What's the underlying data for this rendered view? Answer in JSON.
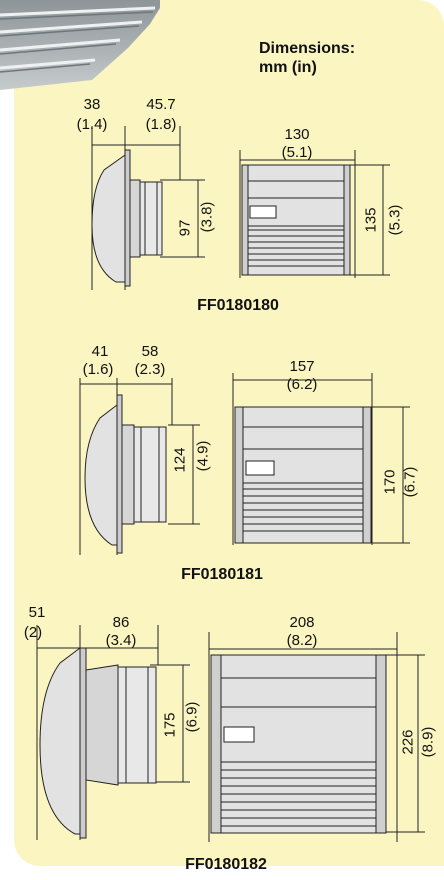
{
  "header": {
    "title_line1": "Dimensions:",
    "title_line2": "mm (in)"
  },
  "models": [
    {
      "name": "FF0180180",
      "side_depth": "38",
      "side_depth_in": "(1.4)",
      "side_width": "45.7",
      "side_width_in": "(1.8)",
      "side_height": "97",
      "side_height_in": "(3.8)",
      "front_width": "130",
      "front_width_in": "(5.1)",
      "front_height": "135",
      "front_height_in": "(5.3)"
    },
    {
      "name": "FF0180181",
      "side_depth": "41",
      "side_depth_in": "(1.6)",
      "side_width": "58",
      "side_width_in": "(2.3)",
      "side_height": "124",
      "side_height_in": "(4.9)",
      "front_width": "157",
      "front_width_in": "(6.2)",
      "front_height": "170",
      "front_height_in": "(6.7)"
    },
    {
      "name": "FF0180182",
      "side_depth": "51",
      "side_depth_in": "(2)",
      "side_width": "86",
      "side_width_in": "(3.4)",
      "side_height": "175",
      "side_height_in": "(6.9)",
      "front_width": "208",
      "front_width_in": "(8.2)",
      "front_height": "226",
      "front_height_in": "(8.9)"
    }
  ],
  "colors": {
    "panel": "#fbf5c2",
    "line": "#222222",
    "body_fill": "#e2e2e2",
    "bezel_fill": "#cfcfcf"
  }
}
